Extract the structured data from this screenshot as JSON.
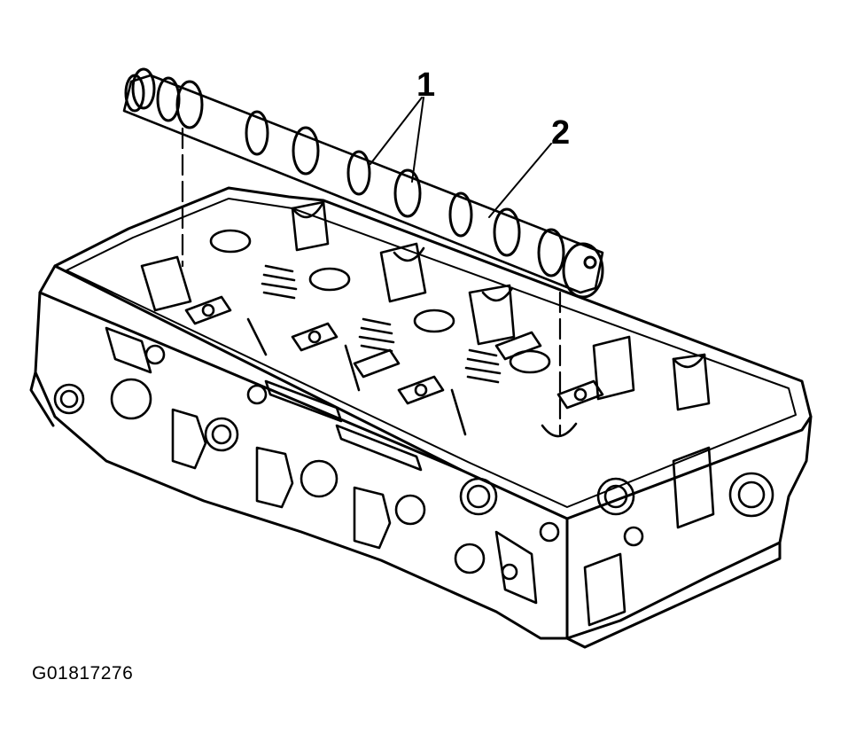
{
  "figure": {
    "id": "G01817276"
  },
  "callouts": [
    {
      "label": "1"
    },
    {
      "label": "2"
    }
  ],
  "colors": {
    "ink": "#000000",
    "background": "#ffffff"
  }
}
